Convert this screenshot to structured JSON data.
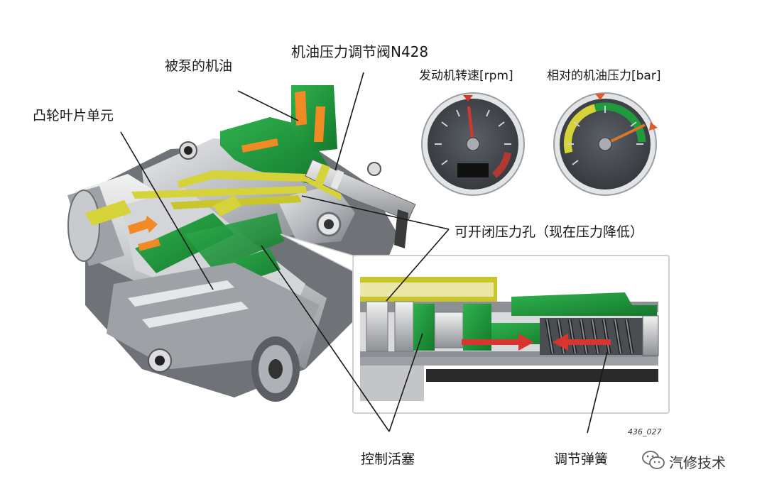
{
  "labels": {
    "pumped_oil": "被泵的机油",
    "valve": "机油压力调节阀N428",
    "vane_unit": "凸轮叶片单元",
    "pressure_port": "可开闭压力孔（现在压力降低）",
    "control_piston": "控制活塞",
    "adjust_spring": "调节弹簧"
  },
  "gauges": [
    {
      "title": "发动机转速[rpm]",
      "kind": "rpm"
    },
    {
      "title": "相对的机油压力[bar]",
      "kind": "pressure"
    }
  ],
  "figure_number": "436_027",
  "watermark": {
    "text": "汽修技术",
    "icon": "wechat-icon"
  },
  "colors": {
    "oil_green": "#1f9a3c",
    "oil_yellow": "#d6d23a",
    "arrow_red": "#d8352e",
    "gauge_face": "#4a4f55",
    "housing_gray": "#b9bcc0"
  }
}
